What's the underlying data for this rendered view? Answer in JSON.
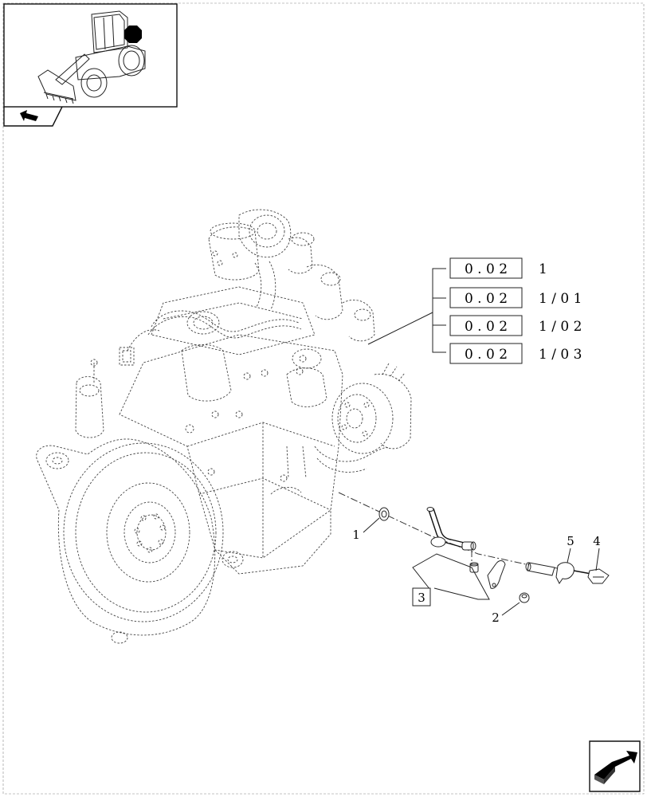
{
  "diagram": {
    "refs": [
      {
        "box": "0 . 0 2",
        "suffix": "1"
      },
      {
        "box": "0 . 0 2",
        "suffix": "1 / 0 1"
      },
      {
        "box": "0 . 0 2",
        "suffix": "1 / 0 2"
      },
      {
        "box": "0 . 0 2",
        "suffix": "1 / 0 3"
      }
    ],
    "callouts": {
      "c1": "1",
      "c2": "2",
      "c3": "3",
      "c4": "4",
      "c5": "5"
    },
    "icons": {
      "thumbnail": "wheel-loader-thumbnail",
      "back": "back-arrow-icon",
      "next": "next-page-arrow-icon"
    }
  }
}
